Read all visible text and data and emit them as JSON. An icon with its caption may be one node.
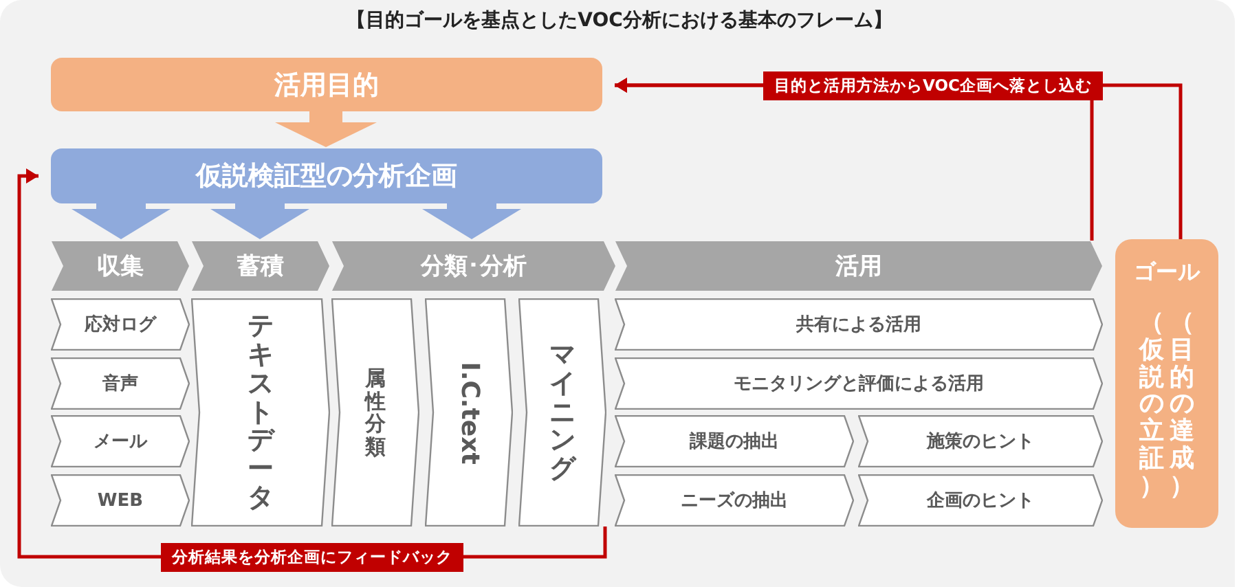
{
  "diagram": {
    "title": "【目的ゴールを基点としたVOC分析における基本のフレーム】",
    "nodes": [
      {
        "text": [
          "活用目的"
        ]
      },
      {
        "text": [
          "仮説検証型の分析企画"
        ]
      },
      {
        "text": [
          "収集"
        ]
      },
      {
        "text": [
          "蓄積"
        ]
      },
      {
        "text": [
          "分類･分析"
        ]
      },
      {
        "text": [
          "活用"
        ]
      },
      {
        "text": [
          "応対ログ"
        ]
      },
      {
        "text": [
          "音声"
        ]
      },
      {
        "text": [
          "メール"
        ]
      },
      {
        "text": [
          "WEB"
        ]
      },
      {
        "text": [
          "テキストデータ"
        ]
      },
      {
        "text": [
          "属性分類"
        ]
      },
      {
        "text": [
          "I.C.text"
        ]
      },
      {
        "text": [
          "マイニング"
        ]
      },
      {
        "text": [
          "共有による活用"
        ]
      },
      {
        "text": [
          "モニタリングと評価による活用"
        ]
      },
      {
        "text": [
          "課題の抽出"
        ]
      },
      {
        "text": [
          "施策のヒント"
        ]
      },
      {
        "text": [
          "ニーズの抽出"
        ]
      },
      {
        "text": [
          "企画のヒント"
        ]
      },
      {
        "text": [
          "ゴール",
          "（仮説の立証）",
          "（目的の達成）"
        ]
      }
    ],
    "edges": [
      {
        "from": 0,
        "to": 1,
        "arrow": "to",
        "style": "thick",
        "color": "#f4b183"
      },
      {
        "from": 1,
        "to": 2,
        "arrow": "to",
        "style": "thick",
        "color": "#8faadc"
      },
      {
        "from": 1,
        "to": 3,
        "arrow": "to",
        "style": "thick",
        "color": "#8faadc"
      },
      {
        "from": 1,
        "to": 4,
        "arrow": "to",
        "style": "thick",
        "color": "#8faadc"
      },
      {
        "from": 5,
        "to": 0,
        "arrow": "to",
        "color": "#c00000"
      },
      {
        "from": 20,
        "to": 0,
        "arrow": "to",
        "color": "#c00000",
        "label": "目的と活用方法からVOC企画へ落とし込む"
      },
      {
        "from": 13,
        "to": 1,
        "arrow": "to",
        "color": "#c00000",
        "label": "分析結果を分析企画にフィードバック"
      }
    ]
  }
}
